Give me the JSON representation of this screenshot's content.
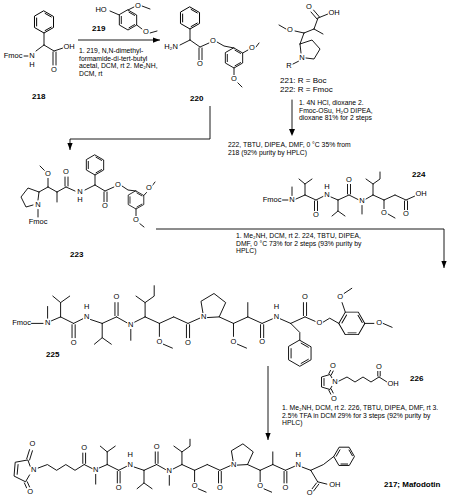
{
  "diagram": {
    "nodes": [
      {
        "text": [
          "218"
        ]
      },
      {
        "text": [
          "219"
        ]
      },
      {
        "text": [
          "220"
        ]
      },
      {
        "text": [
          "221: R = Boc",
          "222: R = Fmoc"
        ]
      },
      {
        "text": [
          "223"
        ]
      },
      {
        "text": [
          "224"
        ]
      },
      {
        "text": [
          "225"
        ]
      },
      {
        "text": [
          "226"
        ]
      },
      {
        "text": [
          "217; Mafodotin"
        ]
      }
    ],
    "edges": [
      {
        "from": 0,
        "to": 2,
        "arrow": "to",
        "label": "1. 219, N,N-dimethyl-formamide-di-tert-butyl acetal, DCM, rt 2. Me₂NH, DCM, rt"
      },
      {
        "from": 2,
        "to": 4,
        "arrow": "to",
        "label": "222, TBTU, DIPEA, DMF, 0 °C 35% from 218 (92% purity by HPLC)"
      },
      {
        "from": 4,
        "to": 6,
        "arrow": "to",
        "label": "1. Me₂NH, DCM, rt 2. 224, TBTU, DIPEA, DMF, 0 °C 73% for 2 steps (93% purity by HPLC)"
      },
      {
        "from": 6,
        "to": 8,
        "arrow": "to",
        "label": "1. Me₂NH, DCM, rt 2. 226, TBTU, DIPEA, DMF, rt 3. 2.5% TFA in DCM 29% for 3 steps (92% purity by HPLC)"
      }
    ],
    "labels": [
      "Fmoc",
      "N",
      "H",
      "O",
      "OH",
      "HO",
      "O",
      "O",
      "H₂N",
      "O",
      "O",
      "O",
      "O",
      "O",
      "OH",
      "O",
      "N",
      "R",
      "1. 4N HCl, dioxane 2. Fmoc-OSu, H₂O DIPEA, dioxane 81% for 2 steps",
      "O",
      "N",
      "H",
      "O",
      "O",
      "O",
      "O",
      "O",
      "N",
      "Fmoc",
      "Fmoc",
      "N",
      "O",
      "N",
      "H",
      "O",
      "N",
      "O",
      "O",
      "OH",
      "Fmoc",
      "N",
      "O",
      "N",
      "H",
      "O",
      "N",
      "O",
      "O",
      "N",
      "O",
      "O",
      "N",
      "H",
      "O",
      "O",
      "O",
      "O",
      "O",
      "N",
      "O",
      "O",
      "OH",
      "O",
      "N",
      "O",
      "O",
      "N",
      "O",
      "N",
      "H",
      "O",
      "N",
      "O",
      "O",
      "N",
      "O",
      "O",
      "N",
      "H",
      "O",
      "OH"
    ]
  }
}
